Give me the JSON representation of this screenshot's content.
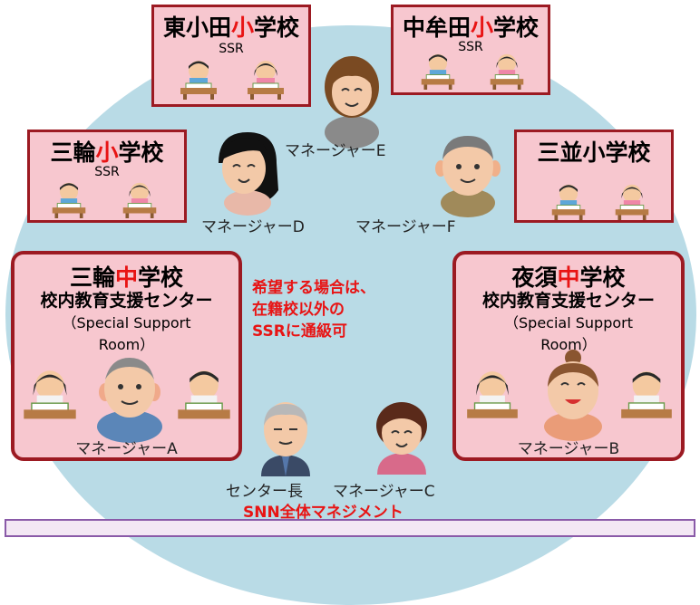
{
  "schools": {
    "higashi_oda": {
      "prefix": "東小田",
      "mark": "小",
      "suffix": "学校",
      "sub": "SSR"
    },
    "naka_muta": {
      "prefix": "中牟田",
      "mark": "小",
      "suffix": "学校",
      "sub": "SSR"
    },
    "miwa_elem": {
      "prefix": "三輪",
      "mark": "小",
      "suffix": "学校",
      "sub": "SSR"
    },
    "minami_elem": {
      "title": "三並小学校"
    },
    "miwa_middle": {
      "prefix": "三輪",
      "mark": "中",
      "suffix": "学校",
      "center": "校内教育支援センター",
      "room_line1": "（Special Support",
      "room_line2": "Room）",
      "manager": "マネージャーA"
    },
    "yasu_middle": {
      "prefix": "夜須",
      "mark": "中",
      "suffix": "学校",
      "center": "校内教育支援センター",
      "room_line1": "（Special Support",
      "room_line2": "Room）",
      "manager": "マネージャーB"
    }
  },
  "managers": {
    "c": "マネージャーC",
    "d": "マネージャーD",
    "e": "マネージャーE",
    "f": "マネージャーF",
    "center_head": "センター長"
  },
  "note": {
    "line1": "希望する場合は、",
    "line2": "在籍校以外の",
    "line3": "SSRに通級可"
  },
  "bottom": {
    "title": "SNN全体マネジメント"
  },
  "colors": {
    "circle": "#b9dbe6",
    "box_fill": "#f7c7cf",
    "box_border": "#9c1a22",
    "red_text": "#e81414"
  }
}
